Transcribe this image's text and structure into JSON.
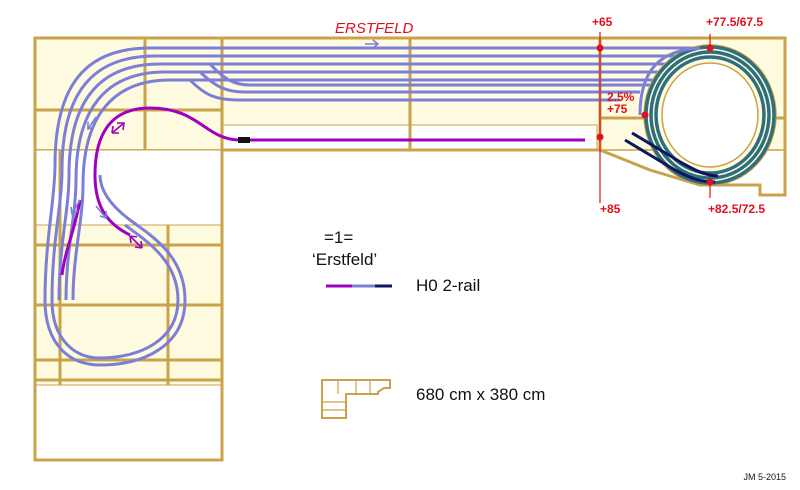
{
  "station_title": "ERSTFELD",
  "elevations": {
    "top_left": "+65",
    "top_right": "+77.5/67.5",
    "grade": "2.5%",
    "mid": "+75",
    "bottom_left": "+85",
    "bottom_right": "+82.5/72.5"
  },
  "legend": {
    "plan_number": "=1=",
    "plan_name": "‘Erstfeld’",
    "gauge": "H0 2-rail",
    "dimensions": "680 cm x 380 cm"
  },
  "credit": "JM 5-2015",
  "colors": {
    "frame": "#c9a24a",
    "board": "#fffbe0",
    "track_main": "#7b7fd6",
    "track_branch": "#a000c0",
    "track_hidden": "#0c1660",
    "helix": "#2e6f7e",
    "annotation": "#e01020"
  }
}
